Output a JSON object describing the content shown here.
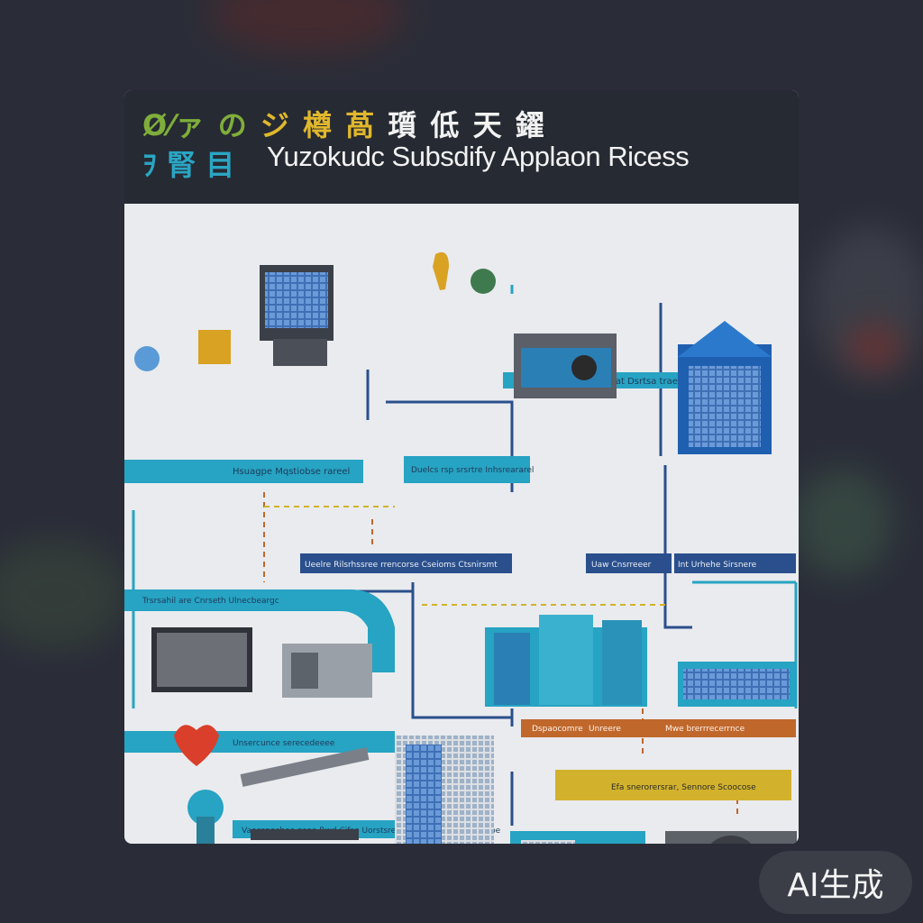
{
  "header": {
    "title_cn_line1_part1": "Ø⁄ァ の",
    "title_cn_line1_part2": "ジ 樽 萵",
    "title_cn_line1_part3": "瓆 低 天 鑃",
    "title_cn_line2": "ｦ 腎 目",
    "title_en": "Yuzokudc  Subsdify Applaon Ricess"
  },
  "labels": {
    "l1": "Uausr eoaticnor mehat Dsrtsa trae",
    "l2": "Hsuagpe Mqstiobse rareel",
    "l3": "Duelcs rsp srsrtre Inhsreararel",
    "l4": "Ueelre Rilsrhssree rrencorse Cseioms Ctsnirsmt",
    "l5": "Uaw Cnsrreeer",
    "l6": "Int Urhehe Sirsnere",
    "l7": "Trsrsahil are Cnrseth Ulnecbeargc",
    "l8": "Dspaocomre",
    "l9": "Unreere",
    "l10": "Mwe brerrrecerrnce",
    "l11": "Unsercunce serecedeeee",
    "l12": "Efa snerorersrar, Sennore Scoocose",
    "l13": "Vaecsnechee nsoe Rwd Cifso Uorstsree lnscilnfe Ctsscremmebe"
  },
  "badge": {
    "label": "AI生成"
  },
  "colors": {
    "teal": "#27a3c3",
    "navy": "#2a4f8c",
    "mustard": "#d2b22c",
    "rust": "#c0672c",
    "header_bg": "#262a33",
    "card_bg": "#e9ebee"
  }
}
